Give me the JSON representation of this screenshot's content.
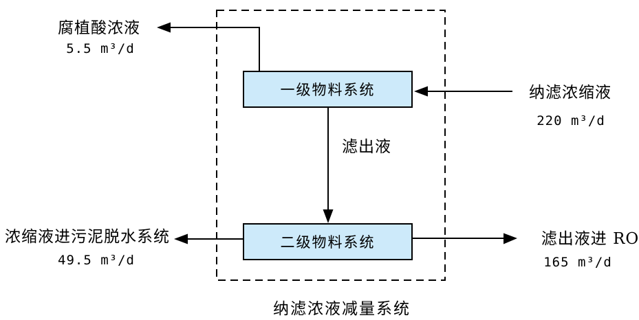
{
  "diagram": {
    "caption": "纳滤浓液减量系统",
    "nodes": [
      {
        "id": "primary",
        "label": "一级物料系统"
      },
      {
        "id": "secondary",
        "label": "二级物料系统"
      }
    ],
    "flows": {
      "humic_acid": {
        "label": "腐植酸浓液",
        "value": "5.5 m³/d",
        "direction": "out-left-top"
      },
      "nf_concentrate_in": {
        "label": "纳滤浓缩液",
        "value": "220 m³/d",
        "direction": "in-right"
      },
      "filtrate_internal": {
        "label": "滤出液",
        "direction": "primary-to-secondary"
      },
      "concentrate_to_sludge": {
        "label": "浓缩液进污泥脱水系统",
        "value": "49.5 m³/d",
        "direction": "out-left-bottom"
      },
      "filtrate_to_ro": {
        "label": "滤出液进 RO",
        "value": "165 m³/d",
        "direction": "out-right-bottom"
      }
    },
    "colors": {
      "node_fill": "#cdeafa",
      "node_border": "#000000",
      "line": "#000000",
      "background": "#ffffff"
    }
  }
}
